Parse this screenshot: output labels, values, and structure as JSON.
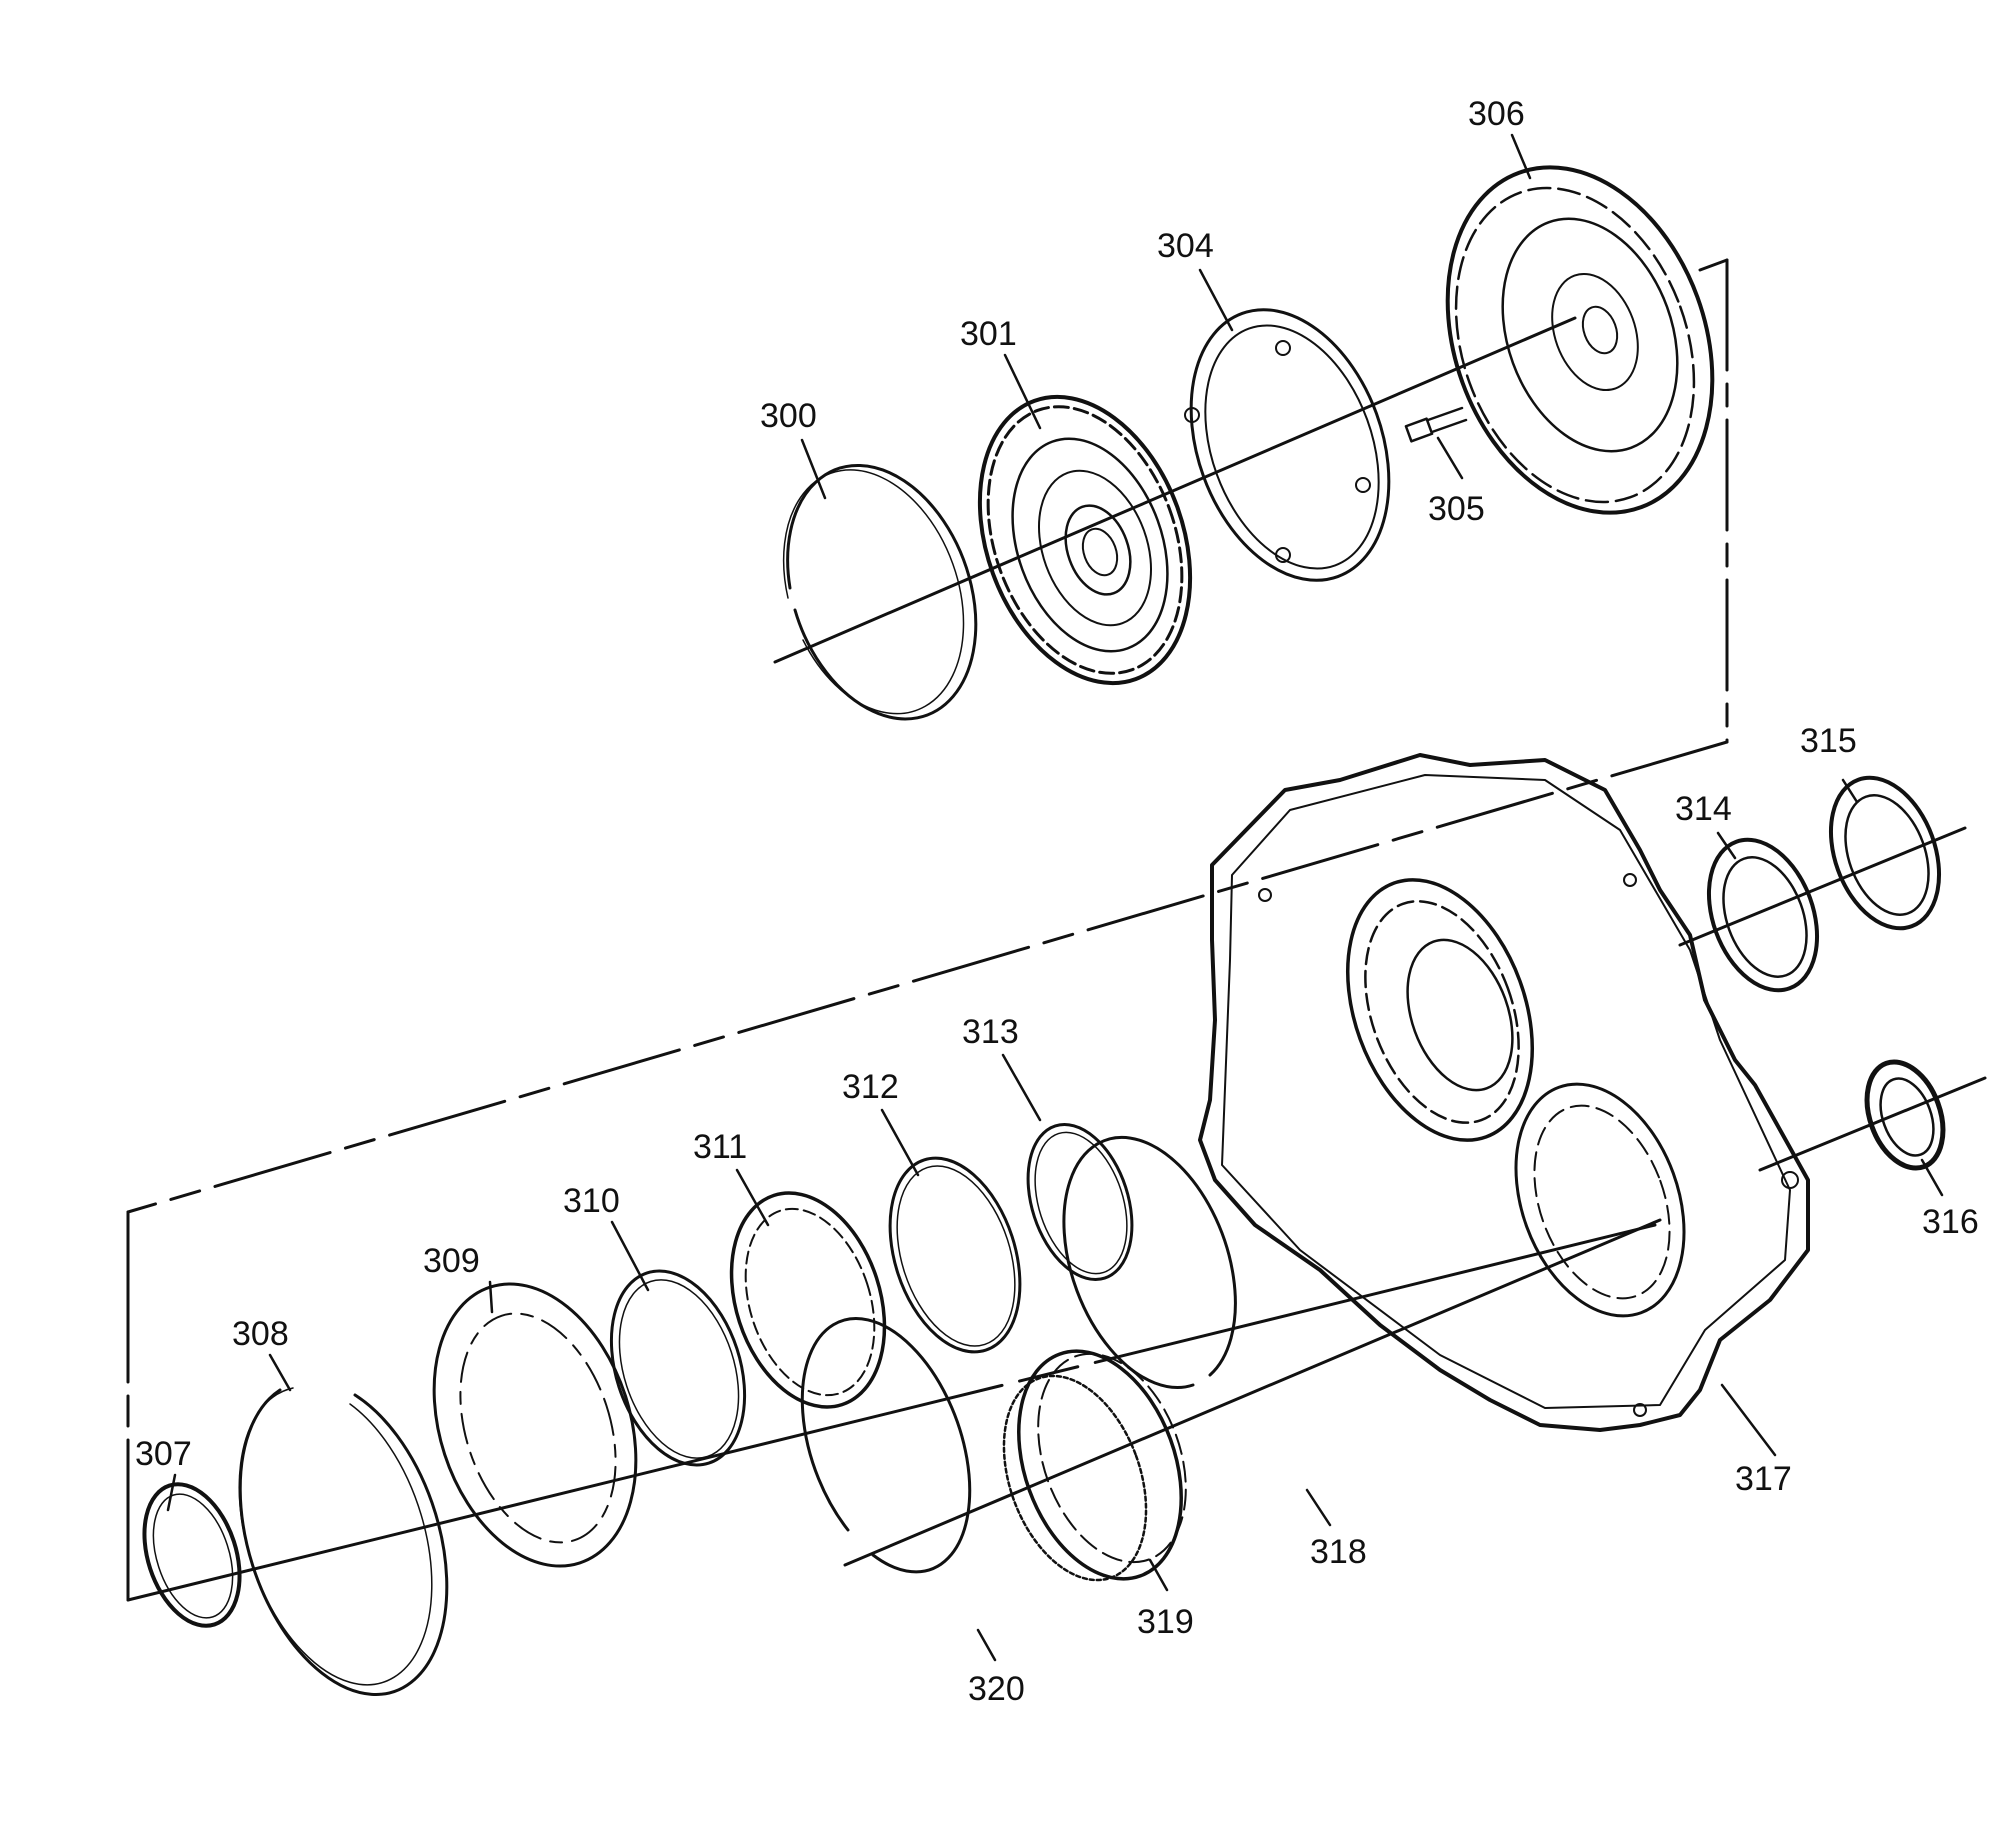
{
  "diagram": {
    "callouts": [
      {
        "id": "p300",
        "label": "300"
      },
      {
        "id": "p301",
        "label": "301"
      },
      {
        "id": "p304",
        "label": "304"
      },
      {
        "id": "p305",
        "label": "305"
      },
      {
        "id": "p306",
        "label": "306"
      },
      {
        "id": "p307",
        "label": "307"
      },
      {
        "id": "p308",
        "label": "308"
      },
      {
        "id": "p309",
        "label": "309"
      },
      {
        "id": "p310",
        "label": "310"
      },
      {
        "id": "p311",
        "label": "311"
      },
      {
        "id": "p312",
        "label": "312"
      },
      {
        "id": "p313",
        "label": "313"
      },
      {
        "id": "p314",
        "label": "314"
      },
      {
        "id": "p315",
        "label": "315"
      },
      {
        "id": "p316",
        "label": "316"
      },
      {
        "id": "p317",
        "label": "317"
      },
      {
        "id": "p318",
        "label": "318"
      },
      {
        "id": "p319",
        "label": "319"
      },
      {
        "id": "p320",
        "label": "320"
      }
    ],
    "colors": {
      "ink": "#111111",
      "background": "#ffffff"
    }
  }
}
